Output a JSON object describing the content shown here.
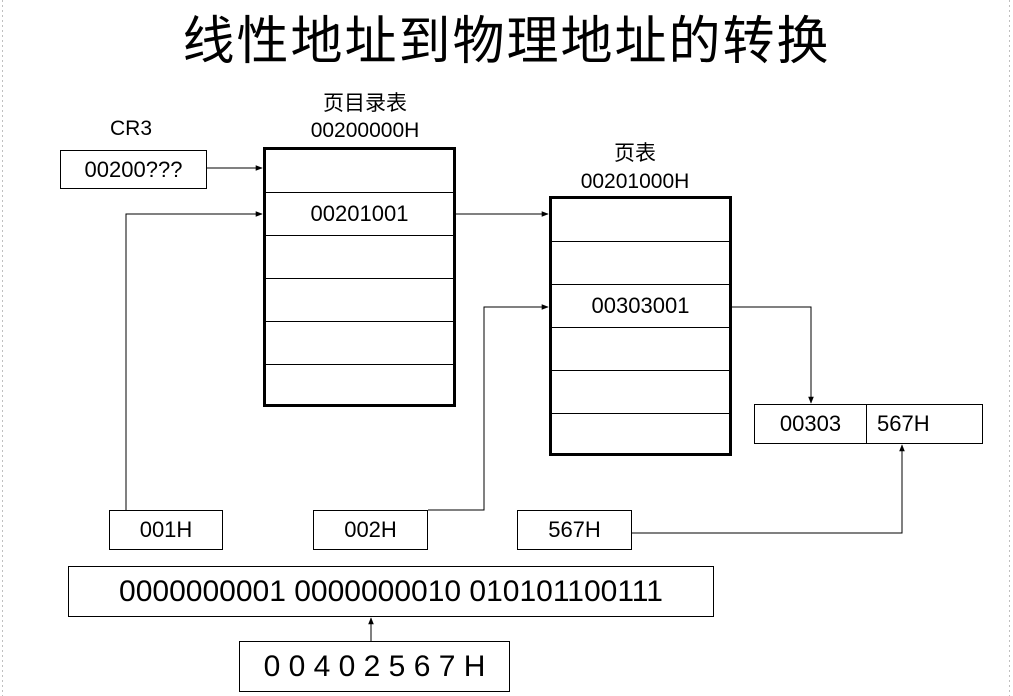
{
  "title": "线性地址到物理地址的转换",
  "cr3": {
    "label": "CR3",
    "value": "00200???"
  },
  "page_directory": {
    "name": "页目录表",
    "base": "00200000H",
    "rows": [
      "",
      "00201001",
      "",
      "",
      "",
      ""
    ]
  },
  "page_table": {
    "name": "页表",
    "base": "00201000H",
    "rows": [
      "",
      "",
      "00303001",
      "",
      "",
      ""
    ]
  },
  "physical_address": {
    "frame": "00303",
    "offset": "567H"
  },
  "fields": {
    "dir_index": "001H",
    "table_index": "002H",
    "offset": "567H"
  },
  "linear_binary": "0000000001 0000000010 010101100111",
  "linear_hex": "0 0 4 0 2 5 6 7 H"
}
